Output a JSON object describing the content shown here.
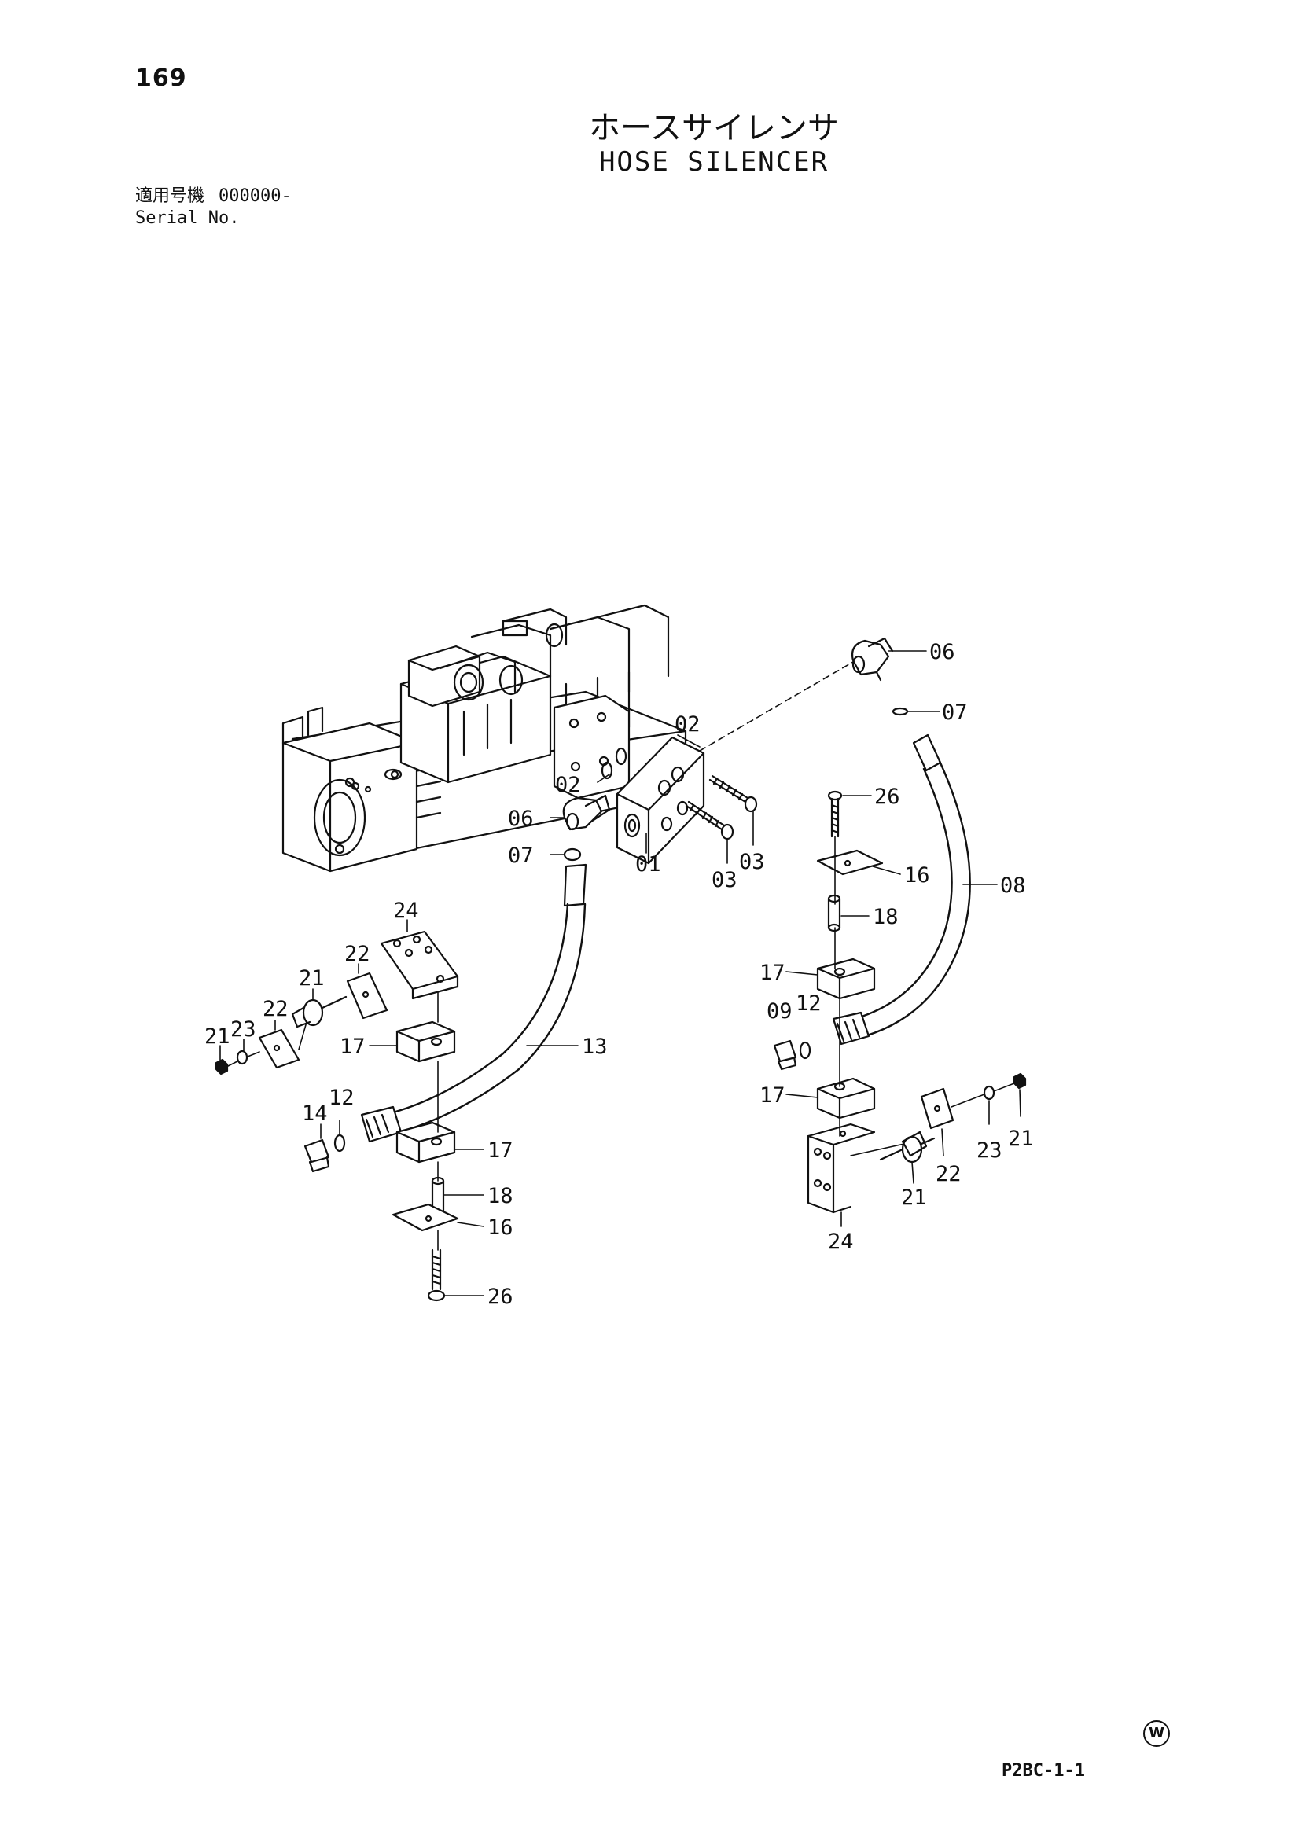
{
  "header": {
    "page_number": "169",
    "title_jp": "ホースサイレンサ",
    "title_en": "HOSE SILENCER",
    "serial_label_jp": "適用号機",
    "serial_value": "000000-",
    "serial_label_en": "Serial No."
  },
  "footer": {
    "code": "P2BC-1-1",
    "mark": "W"
  },
  "callouts": [
    {
      "id": "c-06-top",
      "text": "06"
    },
    {
      "id": "c-07-top",
      "text": "07"
    },
    {
      "id": "c-02-a",
      "text": "02"
    },
    {
      "id": "c-02-b",
      "text": "02"
    },
    {
      "id": "c-06-left",
      "text": "06"
    },
    {
      "id": "c-07-left",
      "text": "07"
    },
    {
      "id": "c-01",
      "text": "01"
    },
    {
      "id": "c-03-a",
      "text": "03"
    },
    {
      "id": "c-03-b",
      "text": "03"
    },
    {
      "id": "c-26-right",
      "text": "26"
    },
    {
      "id": "c-16-right",
      "text": "16"
    },
    {
      "id": "c-08",
      "text": "08"
    },
    {
      "id": "c-18-right",
      "text": "18"
    },
    {
      "id": "c-17-right-a",
      "text": "17"
    },
    {
      "id": "c-09",
      "text": "09"
    },
    {
      "id": "c-12-right",
      "text": "12"
    },
    {
      "id": "c-17-right-b",
      "text": "17"
    },
    {
      "id": "c-21-right-a",
      "text": "21"
    },
    {
      "id": "c-23-right",
      "text": "23"
    },
    {
      "id": "c-22-right",
      "text": "22"
    },
    {
      "id": "c-21-right-b",
      "text": "21"
    },
    {
      "id": "c-24-right",
      "text": "24"
    },
    {
      "id": "c-24-left",
      "text": "24"
    },
    {
      "id": "c-22-left-a",
      "text": "22"
    },
    {
      "id": "c-21-left-a",
      "text": "21"
    },
    {
      "id": "c-22-left-b",
      "text": "22"
    },
    {
      "id": "c-23-left",
      "text": "23"
    },
    {
      "id": "c-21-left-b",
      "text": "21"
    },
    {
      "id": "c-17-left-a",
      "text": "17"
    },
    {
      "id": "c-13",
      "text": "13"
    },
    {
      "id": "c-14",
      "text": "14"
    },
    {
      "id": "c-12-left",
      "text": "12"
    },
    {
      "id": "c-17-left-b",
      "text": "17"
    },
    {
      "id": "c-18-left",
      "text": "18"
    },
    {
      "id": "c-16-left",
      "text": "16"
    },
    {
      "id": "c-26-left",
      "text": "26"
    }
  ]
}
